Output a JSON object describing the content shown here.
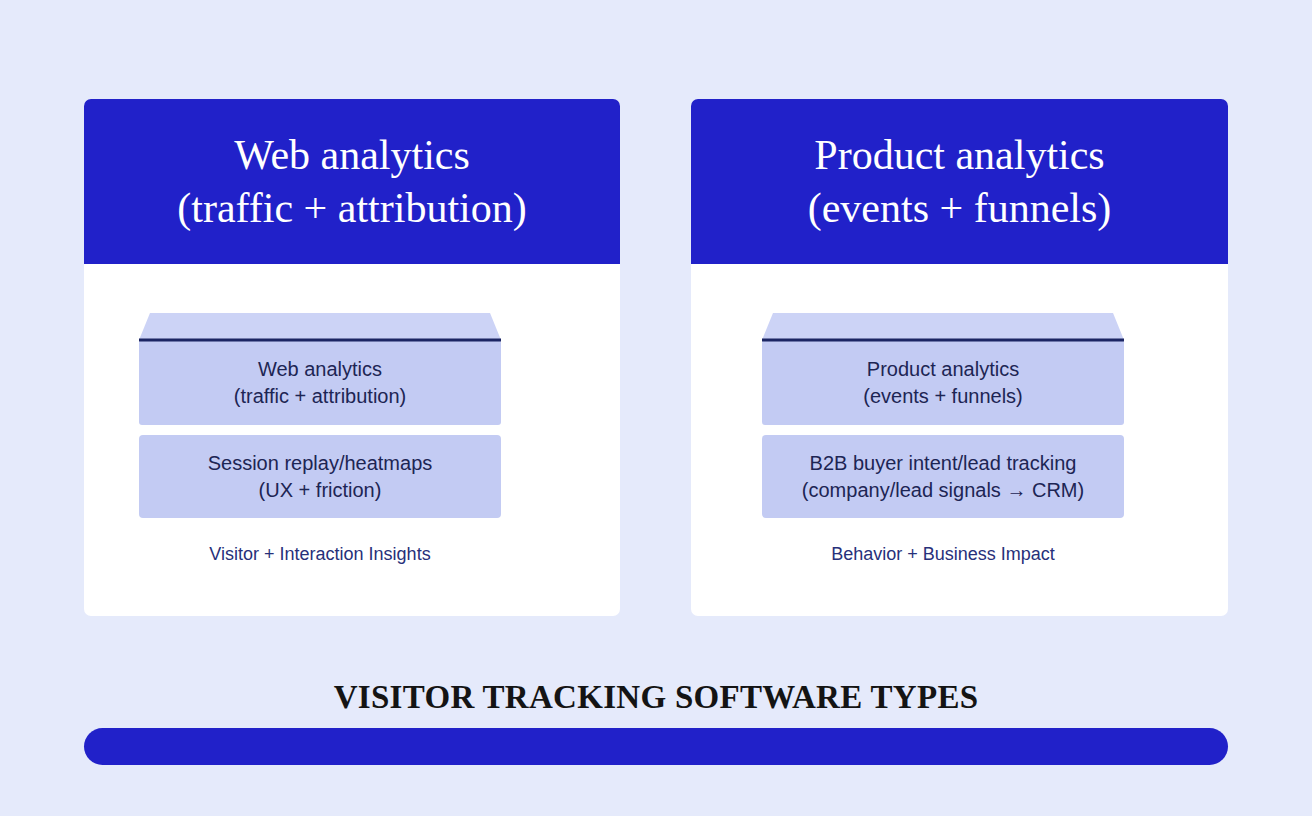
{
  "diagram": {
    "title": "VISITOR TRACKING SOFTWARE TYPES",
    "nodes": [
      {
        "text": [
          "Web analytics (traffic + attribution)",
          "Visitor + Interaction Insights"
        ]
      },
      {
        "text": [
          "Web analytics (traffic + attribution)"
        ],
        "in": 0
      },
      {
        "text": [
          "Session replay/heatmaps (UX + friction)"
        ],
        "in": 0
      },
      {
        "text": [
          "Product analytics (events + funnels)",
          "Behavior + Business Impact"
        ]
      },
      {
        "text": [
          "Product analytics (events + funnels)"
        ],
        "in": 3
      },
      {
        "text": [
          "B2B buyer intent/lead tracking (company/lead signals → CRM)"
        ],
        "in": 3
      }
    ]
  }
}
